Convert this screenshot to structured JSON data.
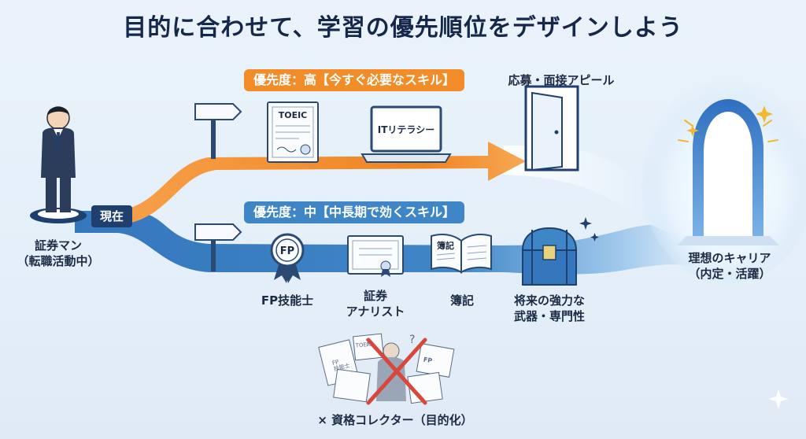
{
  "title": "目的に合わせて、学習の優先順位をデザインしよう",
  "current": {
    "badge": "現在",
    "person_label": "証券マン\n（転職活動中）"
  },
  "high_priority": {
    "label": "優先度：高【今すぐ必要なスキル】",
    "items": [
      {
        "name": "TOEIC",
        "icon": "toeic-certificate-icon"
      },
      {
        "name": "ITリテラシー",
        "icon": "laptop-icon"
      }
    ],
    "goal": "応募・面接アピール",
    "goal_icon": "open-door-icon"
  },
  "mid_priority": {
    "label": "優先度：中【中長期で効くスキル】",
    "items": [
      {
        "name": "FP技能士",
        "icon": "fp-badge-icon",
        "badge_text": "FP"
      },
      {
        "name": "証券\nアナリスト",
        "icon": "diploma-icon"
      },
      {
        "name": "簿記",
        "icon": "open-book-icon",
        "book_text": "簿記"
      },
      {
        "name": "将来の強力な\n武器・専門性",
        "icon": "treasure-chest-icon"
      }
    ]
  },
  "goal": {
    "label": "理想のキャリア\n（内定・活躍）",
    "icon": "glowing-arch-icon"
  },
  "warning": {
    "label": "× 資格コレクター（目的化）",
    "icon": "crossed-collector-icon",
    "doc_labels": [
      "TOEIC",
      "FP\n技能士",
      "FP"
    ]
  },
  "colors": {
    "orange": "#f28c28",
    "blue": "#3f86c7",
    "navy": "#1f3f6e",
    "title": "#16284a",
    "cross": "#d9463b"
  }
}
